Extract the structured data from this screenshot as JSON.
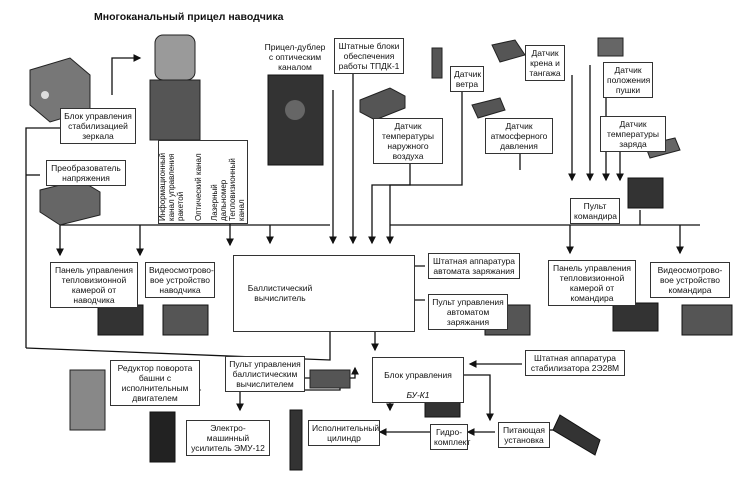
{
  "title": "Многоканальный прицел наводчика",
  "labels": {
    "stab_mirror": "Блок управления стабилизацией зеркала",
    "voltage_conv": "Преобразователь напряжения",
    "dubler": "Прицел-дублер с оптическим каналом",
    "tpdk": "Штатные блоки обеспечения работы ТПДК-1",
    "wind": "Датчик ветра",
    "roll_pitch": "Датчик крена и тангажа",
    "gun_pos": "Датчик положения пушки",
    "air_temp": "Датчик температуры наружного воздуха",
    "atm_pressure": "Датчик атмосферного давления",
    "charge_temp": "Датчик температуры заряда",
    "cmd_console": "Пульт командира",
    "ch_info": "Информационный канал управления ракетой",
    "ch_optic": "Оптический канал",
    "ch_laser": "Лазерный дальномер",
    "ch_thermal": "Тепловизионный канал",
    "panel_gunner": "Панель управления тепловизионной камерой от наводчика",
    "video_gunner": "Видеосмотрово-вое устройство наводчика",
    "ballistic": "Баллистический вычислитель",
    "autoloader_equip": "Штатная аппаратура автомата заряжания",
    "autoloader_console": "Пульт управления автоматом заряжания",
    "panel_cmd": "Панель управления тепловизионной камерой от командира",
    "video_cmd": "Видеосмотрово-вое устройство командира",
    "turret_reducer": "Редуктор поворота башни с исполнительным двигателем",
    "ballistic_console": "Пульт управления баллистическим вычислителем",
    "control_unit": "Блок управления",
    "control_unit_code": "БУ-К1",
    "stab_equip": "Штатная аппаратура стабилизатора 2Э28М",
    "emu": "Электро-машинный усилитель ЭМУ-12",
    "cylinder": "Исполнительный цилиндр",
    "hydro": "Гидро-комплект",
    "power": "Питающая установка"
  }
}
